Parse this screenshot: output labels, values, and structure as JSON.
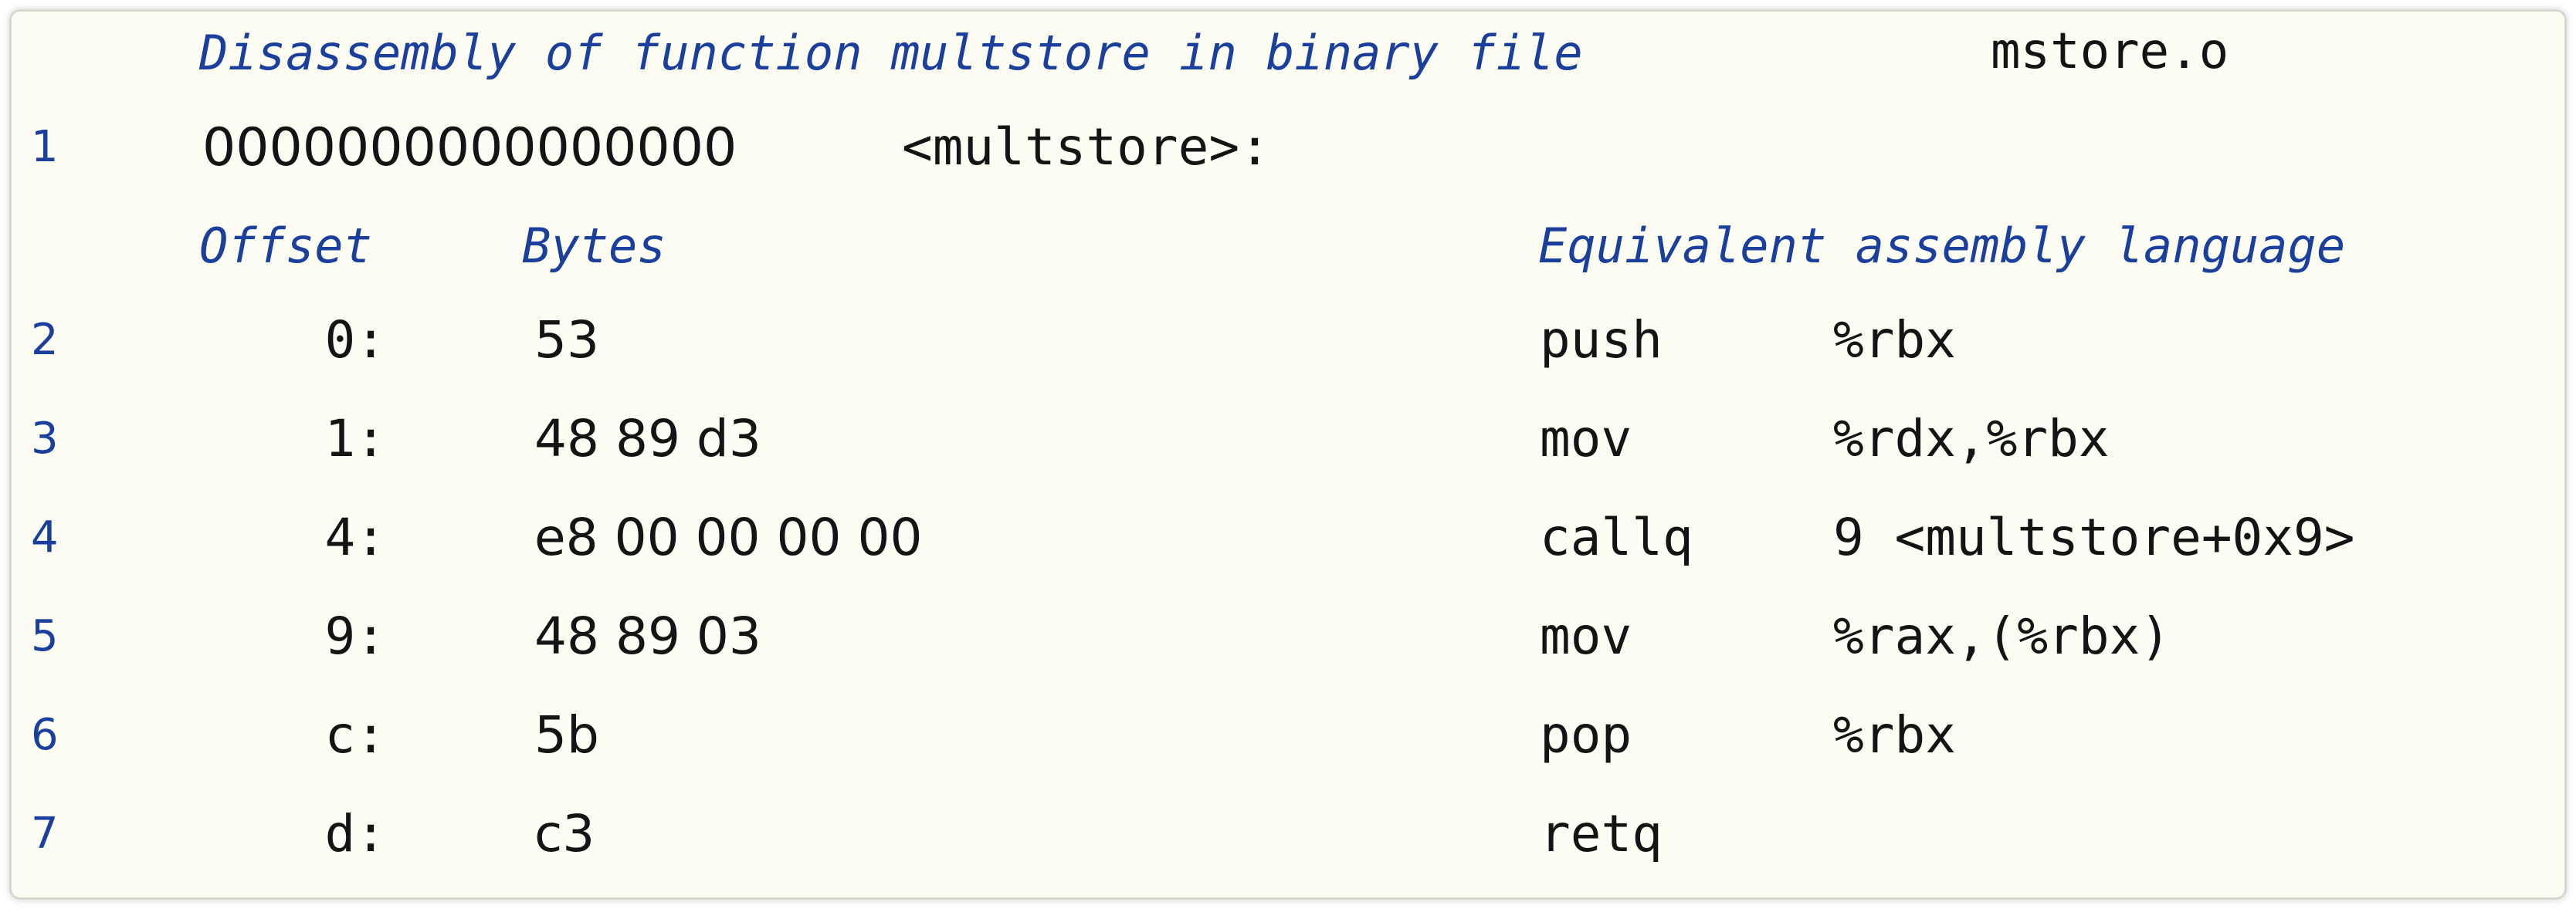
{
  "header": {
    "comment_prefix": "Disassembly of function multstore in binary file",
    "filename": "mstore.o"
  },
  "address_line": {
    "line_no": "1",
    "address": "0000000000000000",
    "label": "<multstore>:"
  },
  "columns": {
    "offset": "Offset",
    "bytes": "Bytes",
    "assembly": "Equivalent assembly language"
  },
  "instructions": [
    {
      "line_no": "2",
      "offset": "0:",
      "bytes": "53",
      "op": "push",
      "args": "%rbx"
    },
    {
      "line_no": "3",
      "offset": "1:",
      "bytes": "48 89 d3",
      "op": "mov",
      "args": "%rdx,%rbx"
    },
    {
      "line_no": "4",
      "offset": "4:",
      "bytes": "e8 00 00 00 00",
      "op": "callq",
      "args": "9 <multstore+0x9>"
    },
    {
      "line_no": "5",
      "offset": "9:",
      "bytes": "48 89 03",
      "op": "mov",
      "args": "%rax,(%rbx)"
    },
    {
      "line_no": "6",
      "offset": "c:",
      "bytes": "5b",
      "op": "pop",
      "args": "%rbx"
    },
    {
      "line_no": "7",
      "offset": "d:",
      "bytes": "c3",
      "op": "retq",
      "args": ""
    }
  ]
}
